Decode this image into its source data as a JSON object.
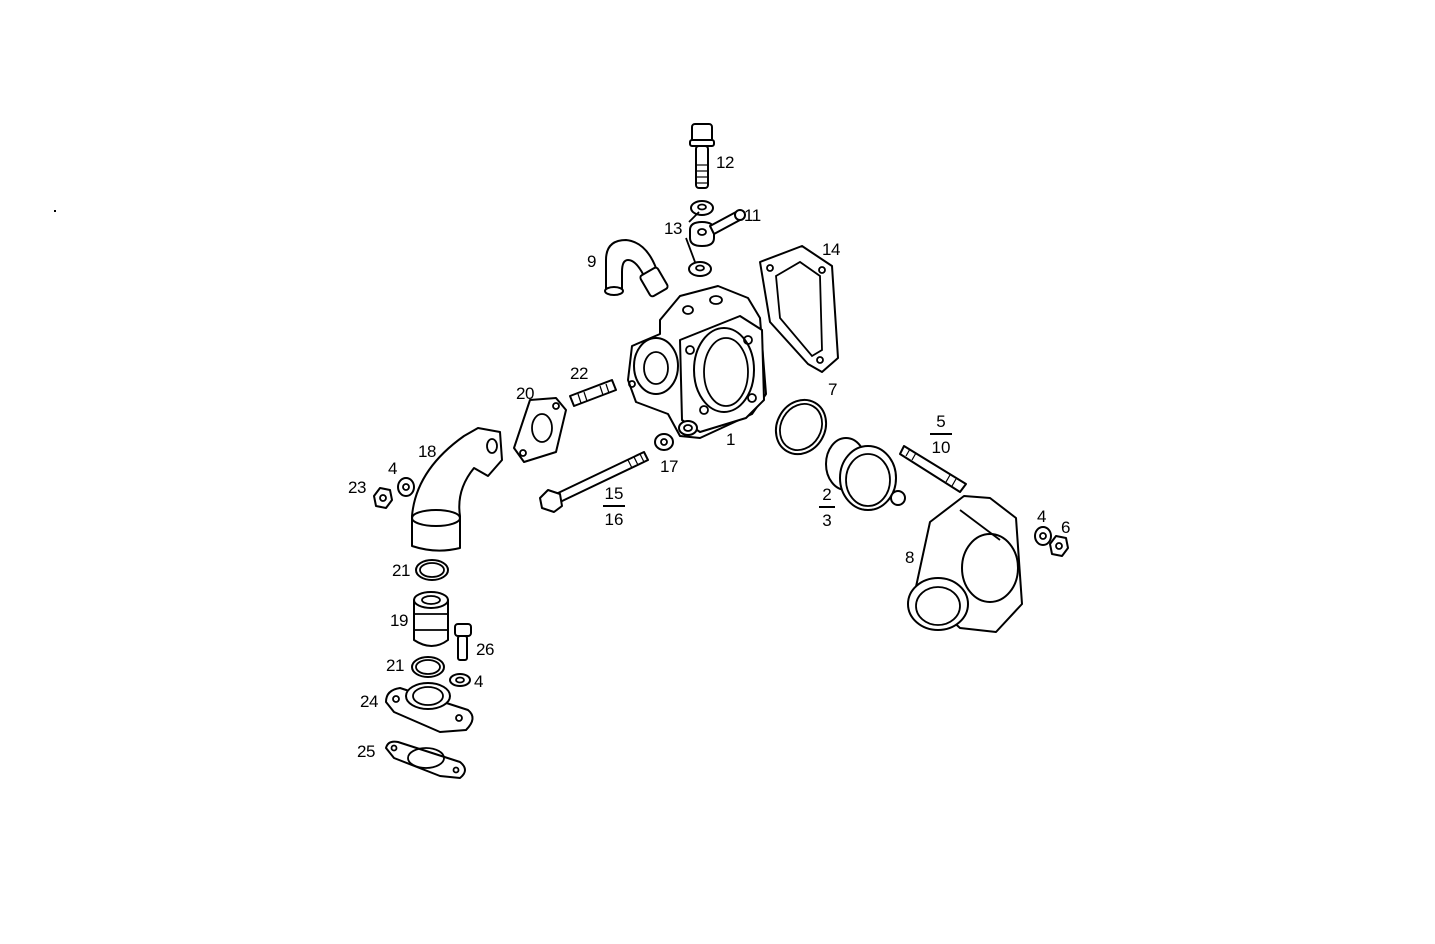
{
  "diagram": {
    "type": "exploded-parts-diagram",
    "labels": {
      "p1": "1",
      "p2_3_num": "2",
      "p2_3_den": "3",
      "p5_10_num": "5",
      "p5_10_den": "10",
      "p7": "7",
      "p8": "8",
      "p9": "9",
      "p11": "11",
      "p12": "12",
      "p13": "13",
      "p14": "14",
      "p15_16_num": "15",
      "p15_16_den": "16",
      "p17": "17",
      "p18": "18",
      "p19": "19",
      "p20": "20",
      "p21a": "21",
      "p21b": "21",
      "p22": "22",
      "p23": "23",
      "p24": "24",
      "p25": "25",
      "p26": "26",
      "p4a": "4",
      "p4b": "4",
      "p4c": "4",
      "p6": "6"
    },
    "parts": [
      {
        "id": "1",
        "name": "thermostat housing"
      },
      {
        "id": "2/3",
        "name": "thermostat"
      },
      {
        "id": "4",
        "name": "washer"
      },
      {
        "id": "5/10",
        "name": "stud"
      },
      {
        "id": "6",
        "name": "nut"
      },
      {
        "id": "7",
        "name": "o-ring"
      },
      {
        "id": "8",
        "name": "outlet elbow"
      },
      {
        "id": "9",
        "name": "bent pipe"
      },
      {
        "id": "11",
        "name": "banjo fitting"
      },
      {
        "id": "12",
        "name": "banjo bolt"
      },
      {
        "id": "13",
        "name": "sealing washer"
      },
      {
        "id": "14",
        "name": "gasket"
      },
      {
        "id": "15/16",
        "name": "bolt"
      },
      {
        "id": "17",
        "name": "washer"
      },
      {
        "id": "18",
        "name": "elbow pipe"
      },
      {
        "id": "19",
        "name": "sleeve"
      },
      {
        "id": "20",
        "name": "gasket"
      },
      {
        "id": "21",
        "name": "o-ring"
      },
      {
        "id": "22",
        "name": "stud"
      },
      {
        "id": "23",
        "name": "nut"
      },
      {
        "id": "24",
        "name": "flange"
      },
      {
        "id": "25",
        "name": "gasket"
      },
      {
        "id": "26",
        "name": "bolt"
      }
    ]
  }
}
